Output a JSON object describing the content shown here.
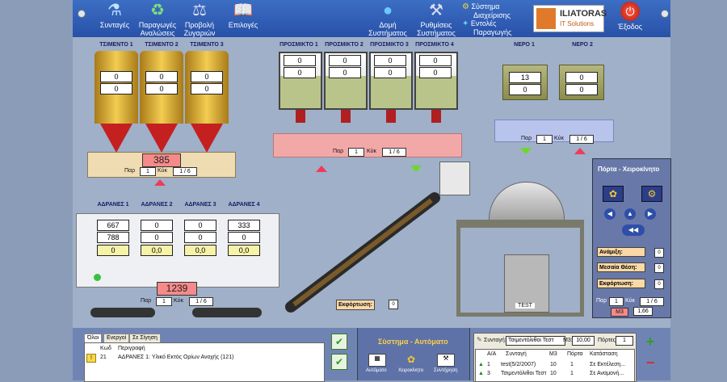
{
  "toolbar": {
    "items": [
      {
        "label1": "Συνταγές",
        "label2": "",
        "icon": "flask-icon"
      },
      {
        "label1": "Παραγωγές",
        "label2": "Αναλώσεις",
        "icon": "recycle-icon"
      },
      {
        "label1": "Προβολή",
        "label2": "Ζυγαριών",
        "icon": "scale-icon"
      },
      {
        "label1": "Επιλογές",
        "label2": "",
        "icon": "book-icon"
      },
      {
        "label1": "Δομή",
        "label2": "Συστήματος",
        "icon": "molecule-icon"
      },
      {
        "label1": "Ρυθμίσεις",
        "label2": "Συστήματος",
        "icon": "tools-icon"
      },
      {
        "label1": "Σύστημα",
        "label2": "Διαχείρισης",
        "icon": "gears-icon"
      },
      {
        "label1": "Εντολές",
        "label2": "Παραγωγής",
        "icon": "commands-icon"
      }
    ],
    "logo": {
      "line1": "ILIATORAS",
      "line2": "IT Solutions"
    },
    "exit_label": "Έξοδος"
  },
  "cement": {
    "silos": [
      {
        "name": "ΤΣΙΜΕΝΤΟ 1",
        "v1": "0",
        "v2": "0"
      },
      {
        "name": "ΤΣΙΜΕΝΤΟ 2",
        "v1": "0",
        "v2": "0"
      },
      {
        "name": "ΤΣΙΜΕΝΤΟ 3",
        "v1": "0",
        "v2": "0"
      }
    ],
    "total": "385",
    "par_label": "Παρ",
    "par_value": "1",
    "kuk_label": "Κύκ",
    "kuk_value": "1 / 6"
  },
  "admixture": {
    "tanks": [
      {
        "name": "ΠΡΟΣΜΙΚΤΟ 1",
        "v1": "0",
        "v2": "0"
      },
      {
        "name": "ΠΡΟΣΜΙΚΤΟ 2",
        "v1": "0",
        "v2": "0"
      },
      {
        "name": "ΠΡΟΣΜΙΚΤΟ 3",
        "v1": "0",
        "v2": "0"
      },
      {
        "name": "ΠΡΟΣΜΙΚΤΟ 4",
        "v1": "0",
        "v2": "0"
      }
    ],
    "par_label": "Παρ",
    "par_value": "1",
    "kuk_label": "Κύκ",
    "kuk_value": "1 / 6"
  },
  "water": {
    "tanks": [
      {
        "name": "ΝΕΡΟ 1",
        "v1": "13",
        "v2": "0"
      },
      {
        "name": "ΝΕΡΟ 2",
        "v1": "0",
        "v2": "0"
      }
    ],
    "par_label": "Παρ",
    "par_value": "1",
    "kuk_label": "Κύκ",
    "kuk_value": "1 / 6"
  },
  "aggregates": {
    "bins": [
      {
        "name": "ΑΔΡΑΝΕΣ 1",
        "v1": "667",
        "v2": "788",
        "v3": "0"
      },
      {
        "name": "ΑΔΡΑΝΕΣ 2",
        "v1": "0",
        "v2": "0",
        "v3": "0,0"
      },
      {
        "name": "ΑΔΡΑΝΕΣ 3",
        "v1": "0",
        "v2": "0",
        "v3": "0,0"
      },
      {
        "name": "ΑΔΡΑΝΕΣ 4",
        "v1": "333",
        "v2": "0",
        "v3": "0,0"
      }
    ],
    "total": "1239",
    "par_label": "Παρ",
    "par_value": "1",
    "kuk_label": "Κύκ",
    "kuk_value": "1 / 6"
  },
  "discharge": {
    "label": "Εκφόρτωση:",
    "value": "0"
  },
  "door_panel": {
    "title": "Πόρτα - Χειροκίνητο",
    "mix_label": "Ανάμιξη:",
    "mix_value": "0",
    "mid_label": "Μεσαία Θέση:",
    "mid_value": "0",
    "dis_label": "Εκφόρτωση:",
    "dis_value": "0",
    "par_label": "Παρ",
    "par_value": "1",
    "kuk_label": "Κύκ",
    "kuk_value": "1 / 6",
    "m3_label": "M3",
    "m3_value": "1,66"
  },
  "truck_label": "TEST",
  "alarms": {
    "tabs": [
      "Όλοι",
      "Ενεργοί",
      "Σε Σίγηση"
    ],
    "headers": [
      "Κωδ",
      "Περιγραφή"
    ],
    "rows": [
      {
        "code": "21",
        "desc": "ΑΔΡΑΝΕΣ 1: Υλικό Εκτός Ορίων Ανοχής (121)"
      }
    ]
  },
  "system": {
    "title": "Σύστημα - Αυτόματο",
    "buttons": [
      "Αυτόματο",
      "Χειροκίνητο",
      "Συντήρηση"
    ]
  },
  "orders": {
    "recipe_label": "Συνταγή:",
    "recipe_value": "Τσιμεντόλιθοι Τεστ",
    "m3_label": "M3:",
    "m3_value": "10,00",
    "door_label": "Πόρτες:",
    "door_value": "1",
    "headers": [
      "Α/Α",
      "Συνταγή",
      "M3",
      "Πόρτα",
      "Κατάσταση"
    ],
    "rows": [
      {
        "n": "1",
        "recipe": "test(5/2/2007)",
        "m3": "10",
        "door": "1",
        "state": "Σε Εκτέλεση..."
      },
      {
        "n": "3",
        "recipe": "Τσιμεντόλιθοι Τεστ",
        "m3": "10",
        "door": "1",
        "state": "Σε Αναμονή..."
      }
    ]
  }
}
